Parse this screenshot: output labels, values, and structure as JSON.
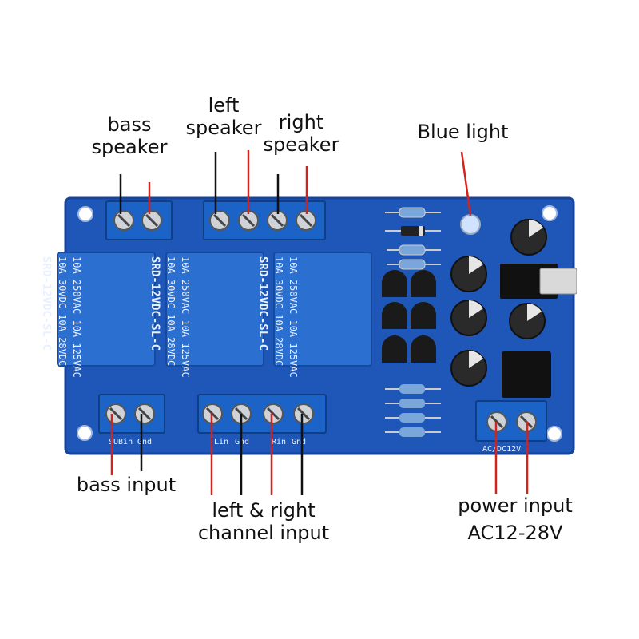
{
  "labels": {
    "bass_speaker": [
      "bass",
      "speaker"
    ],
    "left_speaker": [
      "left",
      "speaker"
    ],
    "right_speaker": [
      "right",
      "speaker"
    ],
    "blue_light": "Blue light",
    "bass_input": "bass input",
    "lr_input": [
      "left & right",
      "channel input"
    ],
    "power_input": [
      "power input",
      "AC12-28V"
    ]
  },
  "relays": [
    [
      "10A 250VAC 10A 125VAC",
      "10A 30VDC 10A 28VDC",
      "SRD-12VDC-SL-C"
    ],
    [
      "10A 250VAC 10A 125VAC",
      "10A 30VDC 10A 28VDC",
      "SRD-12VDC-SL-C"
    ],
    [
      "10A 250VAC 10A 125VAC",
      "10A 30VDC 10A 28VDC",
      "SRD-12VDC-SL-C"
    ]
  ],
  "silkscreen": {
    "sub_in": "SUBin",
    "gnd1": "Gnd",
    "lin": "Lin",
    "gnd2": "Gnd",
    "rin": "Rin",
    "gnd3": "Gnd",
    "power": "AC/DC12V"
  },
  "colors": {
    "pcb": "#1f57b8",
    "pcb_edge": "#17449a",
    "terminal": "#1b63c6",
    "relay": "#2b6fd0",
    "wire_black": "#111111",
    "wire_red": "#d2231f"
  }
}
